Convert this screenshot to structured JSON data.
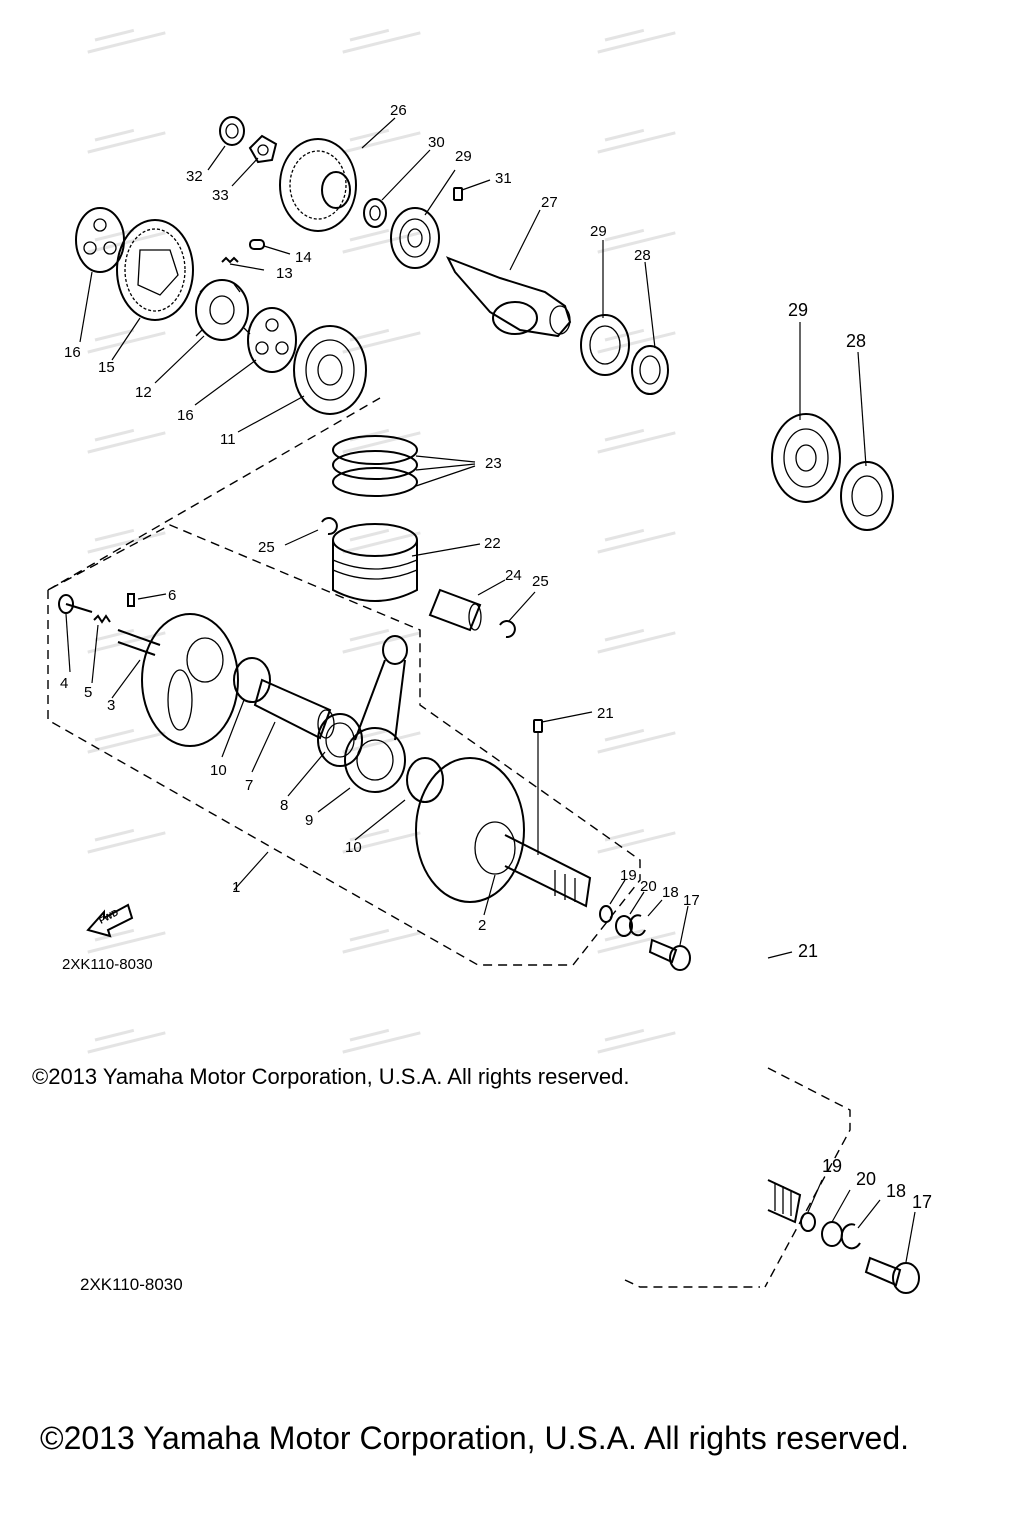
{
  "diagram_code": "2XK110-8030",
  "diagram_code_repeat": "2XK110-8030",
  "fwd_label": "FWD",
  "copyright_small": "©2013 Yamaha Motor Corporation, U.S.A. All rights reserved.",
  "copyright_large": "©2013 Yamaha Motor Corporation, U.S.A. All rights reserved.",
  "callouts": {
    "c1": "1",
    "c2": "2",
    "c3": "3",
    "c4": "4",
    "c5": "5",
    "c6": "6",
    "c7": "7",
    "c8": "8",
    "c9": "9",
    "c10a": "10",
    "c10b": "10",
    "c11": "11",
    "c12": "12",
    "c13": "13",
    "c14": "14",
    "c15": "15",
    "c16a": "16",
    "c16b": "16",
    "c17": "17",
    "c18": "18",
    "c19": "19",
    "c20": "20",
    "c21": "21",
    "c22": "22",
    "c23": "23",
    "c24": "24",
    "c25a": "25",
    "c25b": "25",
    "c26": "26",
    "c27": "27",
    "c28": "28",
    "c29a": "29",
    "c29b": "29",
    "c30": "30",
    "c31": "31",
    "c32": "32",
    "c33": "33"
  },
  "zoom_callouts": {
    "z29": "29",
    "z28": "28",
    "z21": "21",
    "z19": "19",
    "z20": "20",
    "z18": "18",
    "z17": "17"
  }
}
